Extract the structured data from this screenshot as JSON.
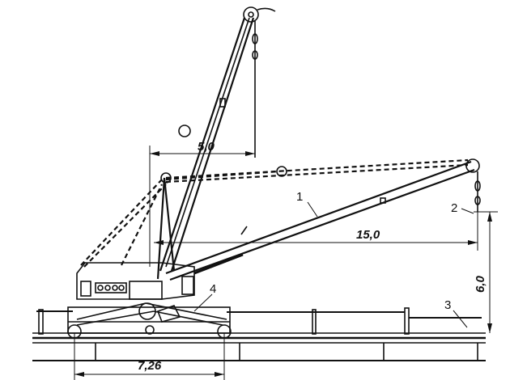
{
  "diagram": {
    "dimensions": {
      "reach_raised": "5,0",
      "reach_lowered": "15,0",
      "hook_height": "6,0",
      "track_base": "7,26"
    },
    "callouts": {
      "boom": "1",
      "hook": "2",
      "platform": "3",
      "undercarriage": "4"
    },
    "line_color": "#111111"
  }
}
